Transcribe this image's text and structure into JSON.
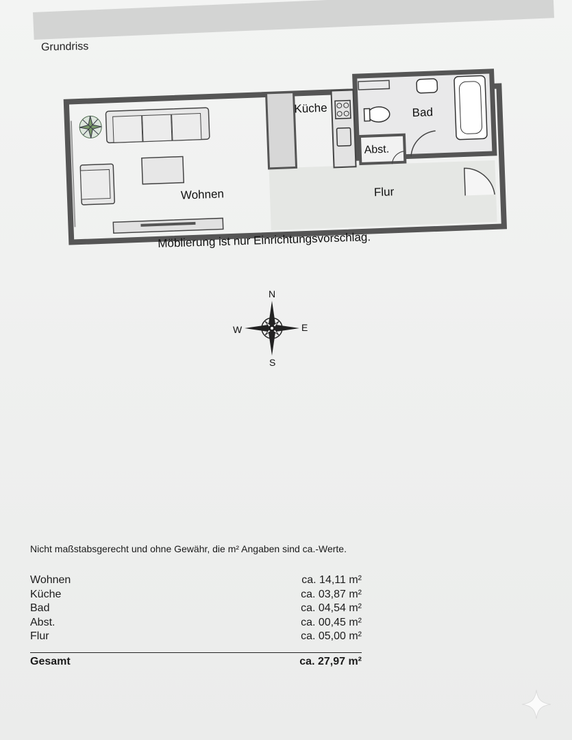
{
  "header": {
    "title": "Grundriss"
  },
  "floorplan": {
    "rooms": {
      "wohnen": "Wohnen",
      "kueche": "Küche",
      "bad": "Bad",
      "abst": "Abst.",
      "flur": "Flur"
    },
    "caption": "Möblierung ist nur Einrichtungsvorschlag."
  },
  "compass": {
    "north": "N",
    "south": "S",
    "east": "E",
    "west": "W"
  },
  "footer": {
    "note": "Nicht maßstabsgerecht und ohne Gewähr, die m² Angaben sind ca.-Werte.",
    "areas": [
      {
        "name": "Wohnen",
        "value": "ca. 14,11 m²"
      },
      {
        "name": "Küche",
        "value": "ca. 03,87 m²"
      },
      {
        "name": "Bad",
        "value": "ca. 04,54 m²"
      },
      {
        "name": "Abst.",
        "value": "ca. 00,45 m²"
      },
      {
        "name": "Flur",
        "value": "ca. 05,00 m²"
      }
    ],
    "total": {
      "name": "Gesamt",
      "value": "ca. 27,97 m²"
    }
  }
}
